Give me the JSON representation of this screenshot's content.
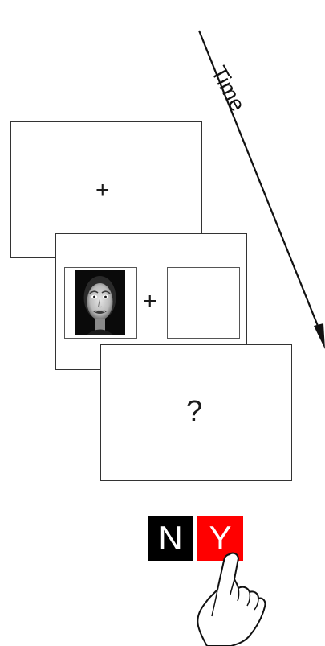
{
  "time_axis": {
    "label": "Time"
  },
  "screens": {
    "fixation": {
      "symbol": "+"
    },
    "stimulus": {
      "center_symbol": "+"
    },
    "question": {
      "symbol": "?"
    }
  },
  "keys": {
    "no_label": "N",
    "yes_label": "Y",
    "no_color": "#000000",
    "yes_color": "#ff0000"
  },
  "icons": {
    "face": "fearful-face-photo",
    "hand": "pointing-hand-icon"
  }
}
